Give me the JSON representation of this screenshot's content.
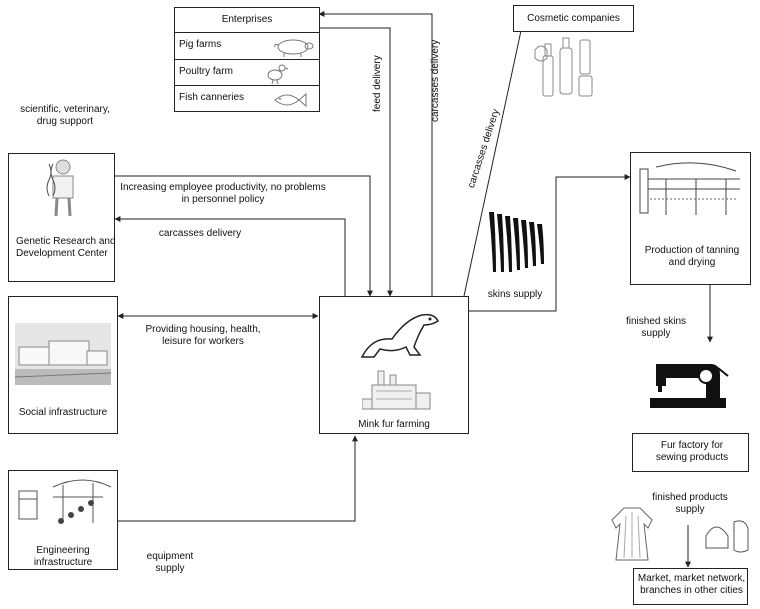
{
  "enterprises": {
    "title": "Enterprises",
    "rows": [
      {
        "label": "Pig farms",
        "icon": "pig-icon"
      },
      {
        "label": "Poultry farm",
        "icon": "chicken-icon"
      },
      {
        "label": "Fish canneries",
        "icon": "fish-icon"
      }
    ]
  },
  "nodes": {
    "cosmetic": "Cosmetic companies",
    "genetic": "Genetic Research and Development Center",
    "social": "Social infrastructure",
    "engineering": "Engineering infrastructure",
    "mink": "Mink fur farming",
    "tanning": "Production of tanning and drying",
    "fur_factory": "Fur factory for sewing products",
    "market": "Market, market network, branches in other cities"
  },
  "edges": {
    "scientific": "scientific, veterinary, drug support",
    "productivity": "Increasing employee productivity, no problems in personnel policy",
    "carcasses_left": "carcasses delivery",
    "housing": "Providing housing, health, leisure for workers",
    "equipment": "equipment supply",
    "feed": "feed delivery",
    "carcasses_up": "carcasses delivery",
    "carcasses_diag": "carcasses delivery",
    "skins": "skins supply",
    "finished_skins": "finished skins supply",
    "finished_products": "finished products supply"
  },
  "colors": {
    "line": "#222222",
    "box_border": "#222222",
    "background": "#ffffff"
  }
}
